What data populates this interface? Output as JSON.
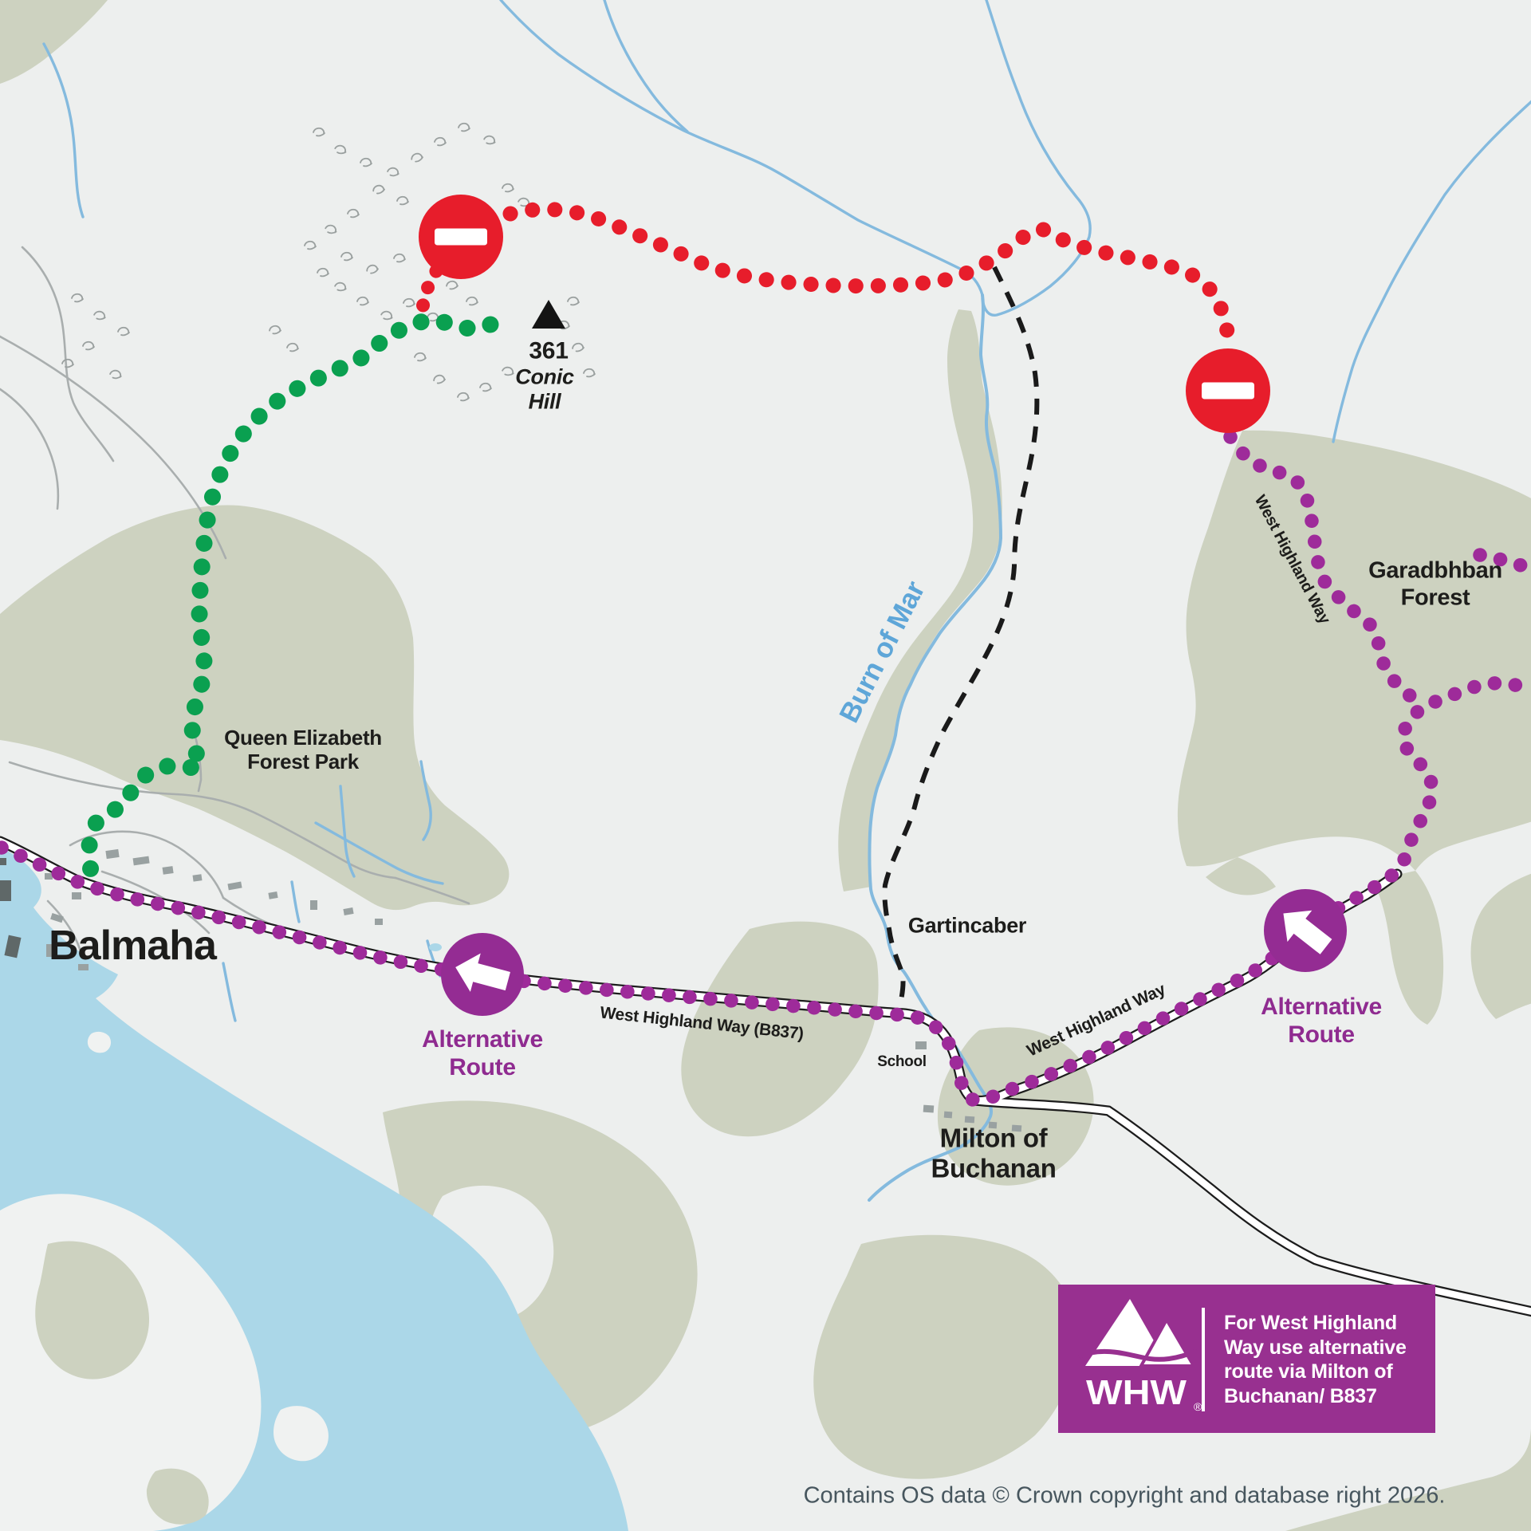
{
  "labels": {
    "summit_elevation": "361",
    "summit_name": "Conic\nHill",
    "forest_park": "Queen Elizabeth\nForest Park",
    "balmaha": "Balmaha",
    "burn_of_mar": "Burn of Mar",
    "gartincaber": "Gartincaber",
    "school": "School",
    "milton": "Milton of\nBuchanan",
    "garadbhban_forest": "Garadbhban\nForest",
    "whw_upper": "West Highland Way",
    "whw_lower": "West Highland Way",
    "whw_b837": "West Highland Way  (B837)",
    "alt_route_left": "Alternative\nRoute",
    "alt_route_right": "Alternative\nRoute"
  },
  "badge": {
    "logo_text": "WHW",
    "registered_mark": "®",
    "message": "For West Highland\nWay use alternative\nroute via Milton of\nBuchanan/ B837"
  },
  "footer": {
    "credit": "Contains OS data © Crown copyright and database right 2026."
  },
  "legend_colors": {
    "closed_route_red": "#e71d2b",
    "open_route_green": "#0aa050",
    "alternative_route_purple": "#9e2b9a",
    "water": "#abd7e8",
    "forest": "#cdd2c0",
    "background": "#edefee"
  }
}
